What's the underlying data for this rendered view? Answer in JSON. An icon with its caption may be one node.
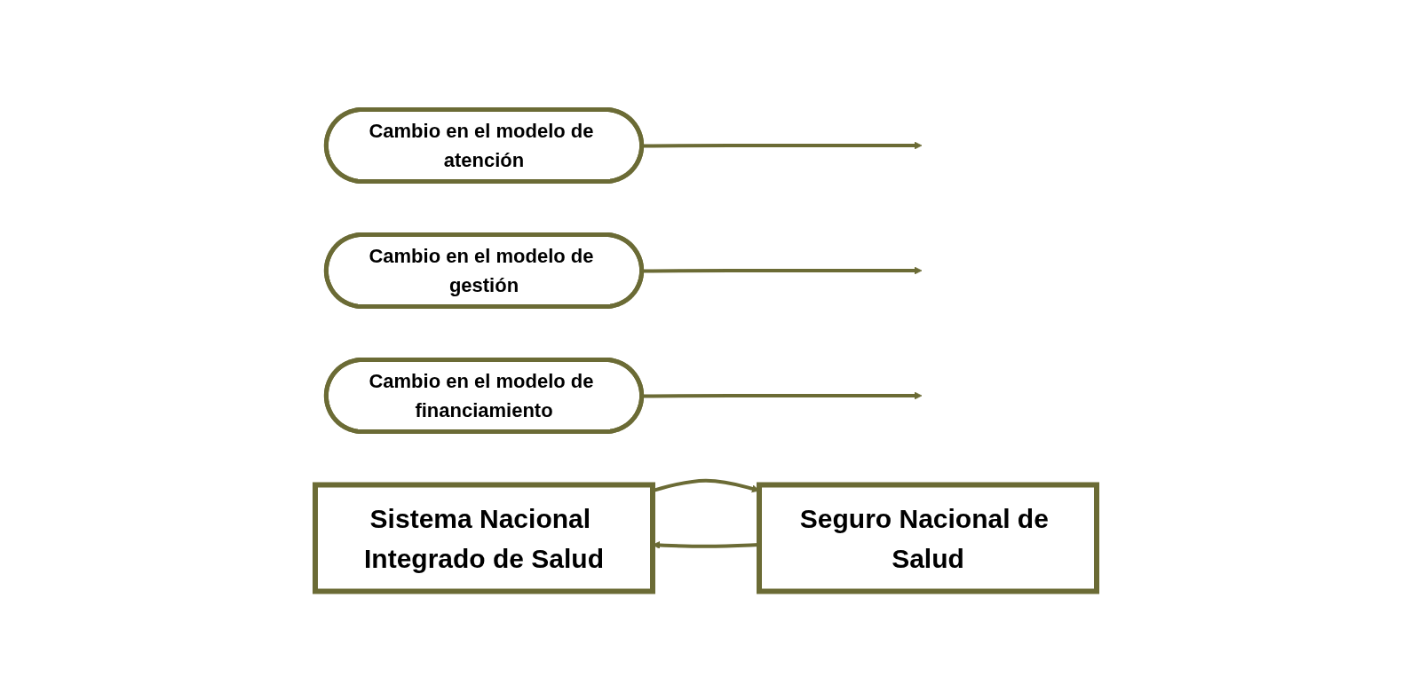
{
  "diagram": {
    "nodes": [
      {
        "text": [
          "Cambio en el modelo de atención"
        ]
      },
      {
        "text": [
          "Cambio en el modelo de gestión"
        ]
      },
      {
        "text": [
          "Cambio en el modelo de financiamiento"
        ]
      },
      {
        "text": [
          "Sistema Nacional Integrado de Salud"
        ]
      },
      {
        "text": [
          "Seguro Nacional de Salud"
        ]
      }
    ],
    "edges": [
      {
        "from": 0,
        "to": null,
        "arrow": "to"
      },
      {
        "from": 1,
        "to": null,
        "arrow": "to"
      },
      {
        "from": 2,
        "to": null,
        "arrow": "to"
      },
      {
        "from": 4,
        "to": 3,
        "arrow": "to"
      },
      {
        "from": 3,
        "to": 4,
        "arrow": "to"
      }
    ]
  }
}
